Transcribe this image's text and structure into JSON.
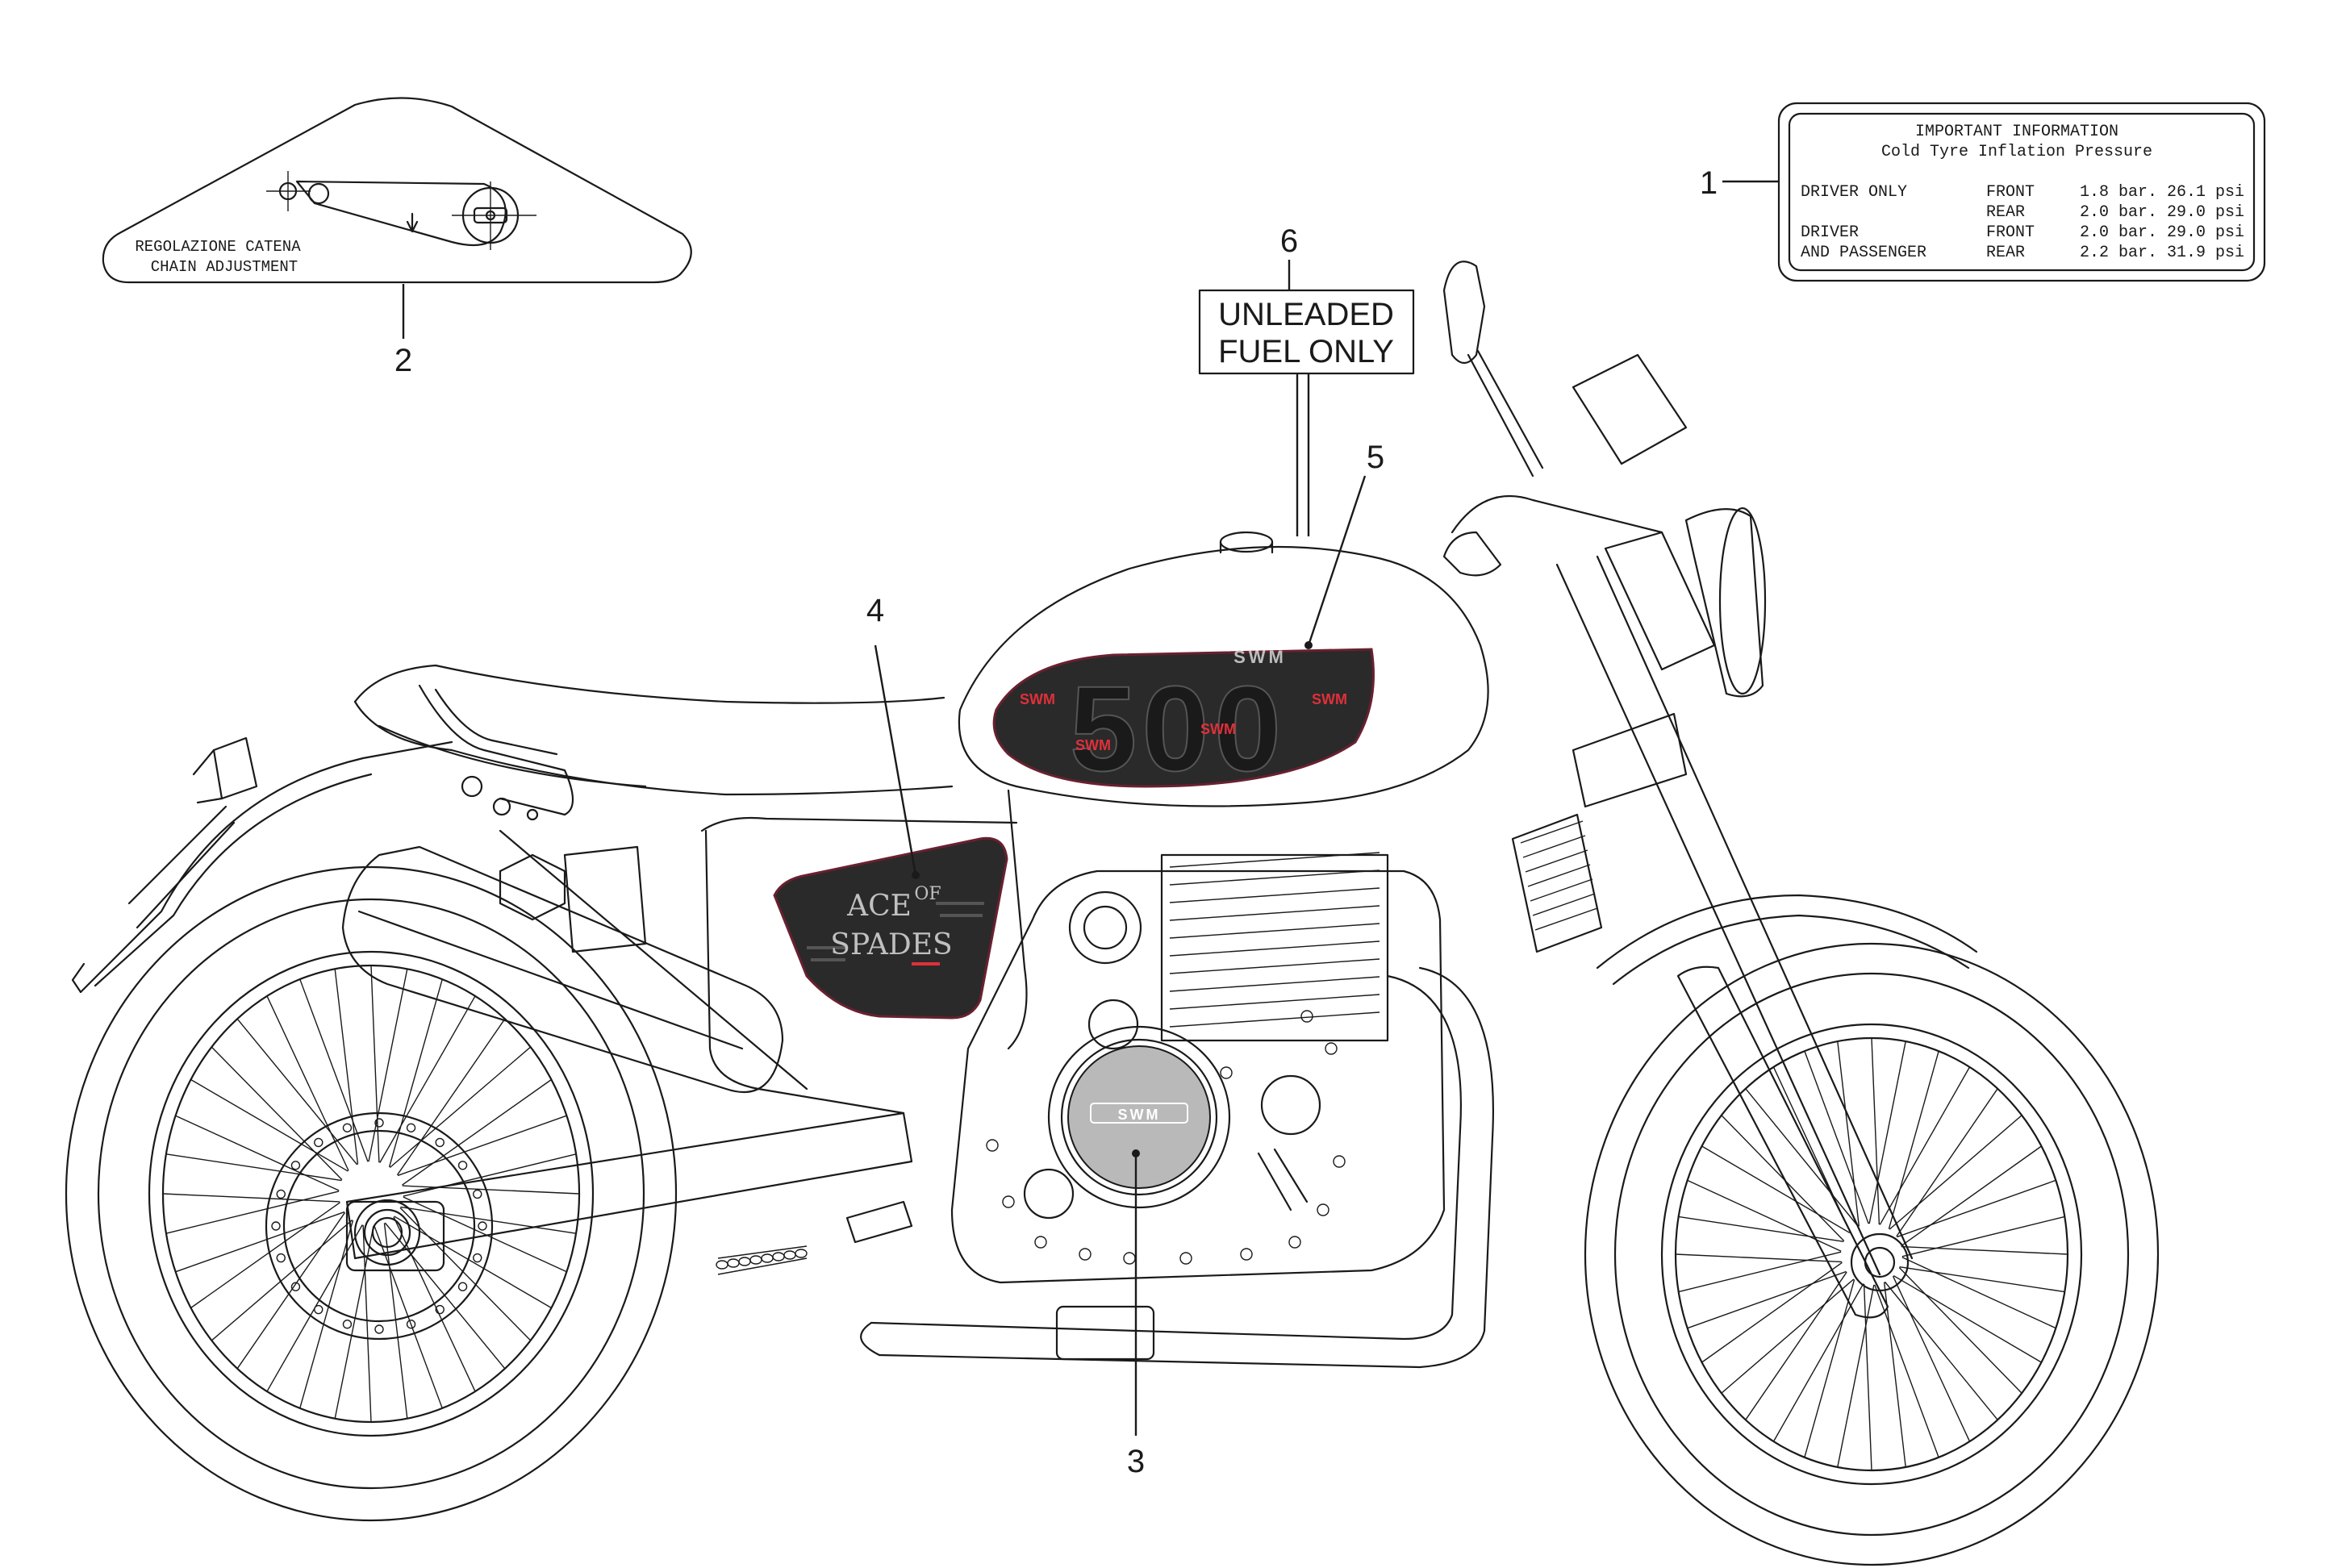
{
  "callouts": [
    "1",
    "2",
    "3",
    "4",
    "5",
    "6"
  ],
  "tyre_label": {
    "title": "IMPORTANT INFORMATION",
    "subtitle": "Cold Tyre Inflation Pressure",
    "rows": [
      {
        "rider": "DRIVER ONLY",
        "wheel": "FRONT",
        "pressure": "1.8 bar. 26.1 psi"
      },
      {
        "rider": "",
        "wheel": "REAR",
        "pressure": "2.0 bar. 29.0 psi"
      },
      {
        "rider": "DRIVER",
        "wheel": "FRONT",
        "pressure": "2.0 bar. 29.0 psi"
      },
      {
        "rider": "AND PASSENGER",
        "wheel": "REAR",
        "pressure": "2.2 bar. 31.9 psi"
      }
    ]
  },
  "chain_label": {
    "line1": "REGOLAZIONE CATENA",
    "line2": "CHAIN ADJUSTMENT"
  },
  "fuel_label": {
    "line1": "UNLEADED",
    "line2": "FUEL ONLY"
  },
  "side_panel_decal": {
    "line1": "ACE",
    "of": "OF",
    "line2": "SPADES"
  },
  "tank_decal": {
    "brand": "SWM",
    "number": "500"
  },
  "clutch_cover_logo": "SWM",
  "colors": {
    "line": "#1a1a1a",
    "decal_dark": "#2a2a2a",
    "decal_red": "#e0303a",
    "logo_grey": "#b9b9b9"
  }
}
